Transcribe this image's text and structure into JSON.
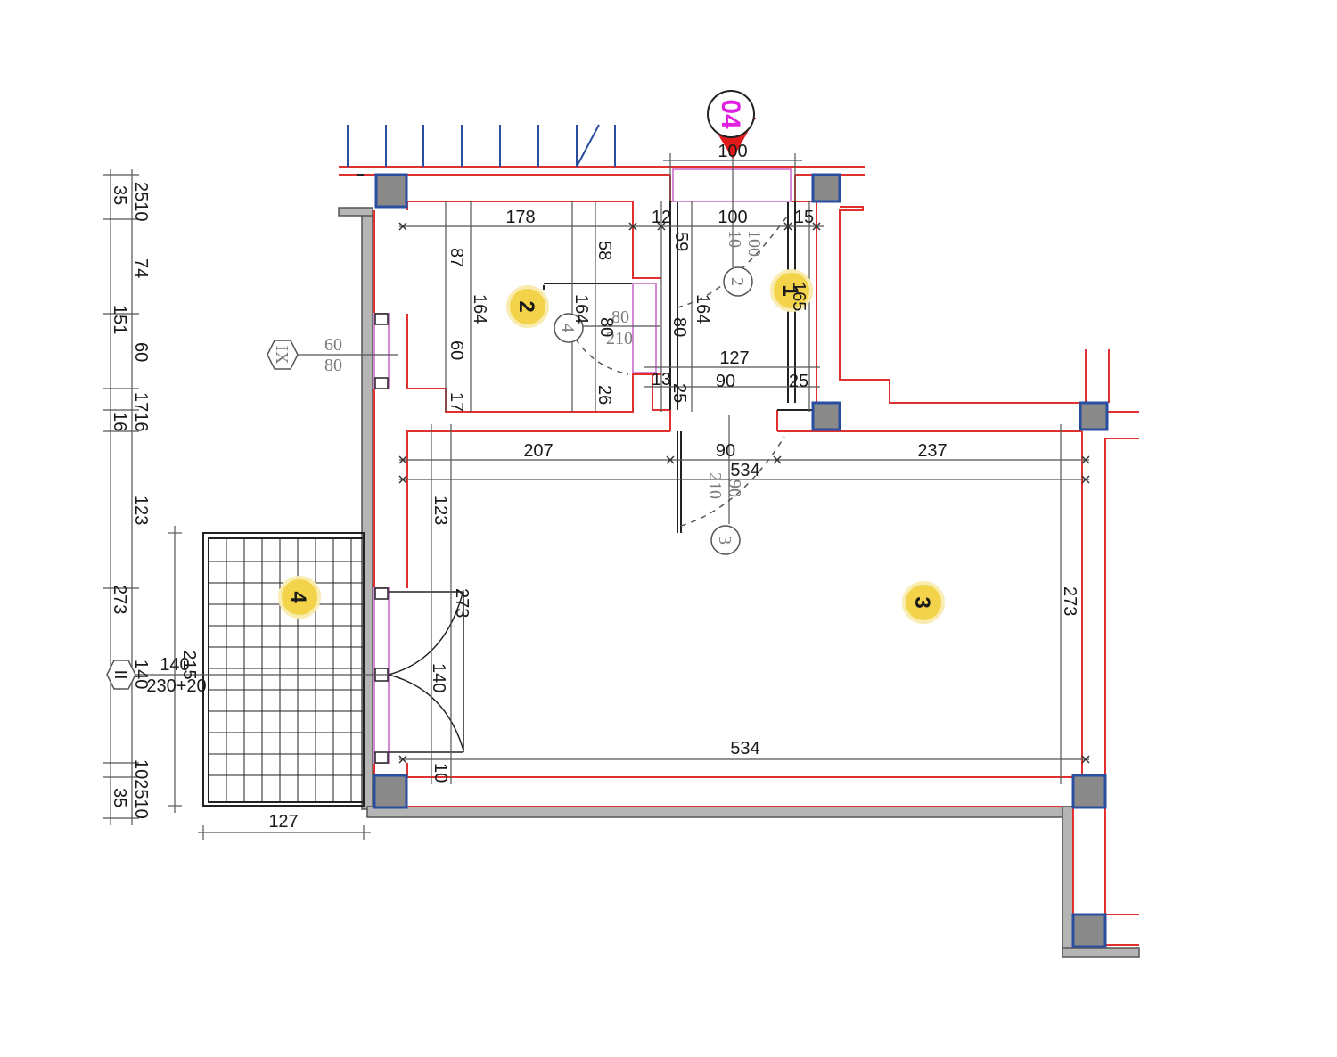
{
  "marker": {
    "label": "04",
    "color": "#e01a1a",
    "label_color": "#e020e0"
  },
  "colors": {
    "wall_red": "#e03030",
    "column_blue": "#2a4fa0",
    "column_fill": "#8a8a8a",
    "dim_line": "#555555",
    "room_badge": "#f3d34a"
  },
  "rooms": [
    {
      "id": "1",
      "label": "1"
    },
    {
      "id": "2",
      "label": "2"
    },
    {
      "id": "3",
      "label": "3"
    },
    {
      "id": "4",
      "label": "4"
    }
  ],
  "door_tags": [
    {
      "id": "d2",
      "label": "2"
    },
    {
      "id": "d3",
      "label": "3"
    },
    {
      "id": "d4",
      "label": "4"
    }
  ],
  "window_tags": [
    {
      "id": "IX",
      "label": "IX",
      "width": "60",
      "height": "80"
    },
    {
      "id": "II",
      "label": "II",
      "width": "140",
      "height": "230+20",
      "extra": "215"
    }
  ],
  "door_specs": {
    "top_door": {
      "w": "100",
      "w2": "10"
    },
    "door_room2": {
      "w": "80",
      "h": "210"
    },
    "door_room3": {
      "w": "90",
      "h": "210"
    }
  },
  "dimensions": {
    "top_opening": "100",
    "d178": "178",
    "d12": "12",
    "d100": "100",
    "d15": "15",
    "d58": "58",
    "d87": "87",
    "d164a": "164",
    "d164b": "164",
    "d164c": "164",
    "d59": "59",
    "d165": "165",
    "d80a": "80",
    "d80b": "80",
    "d60": "60",
    "d17": "17",
    "d26": "26",
    "d13": "13",
    "d25a": "25",
    "d127a": "127",
    "d90a": "90",
    "d25b": "25",
    "d207": "207",
    "d90b": "90",
    "d237": "237",
    "d534a": "534",
    "d123a": "123",
    "d273a": "273",
    "d140a": "140",
    "d10a": "10",
    "d273b": "273",
    "d534b": "534",
    "d127b": "127"
  },
  "left_chain": {
    "v2510a": "2510",
    "v35a": "35",
    "v74": "74",
    "v151": "151",
    "v60": "60",
    "v1716": "1716",
    "v16": "16",
    "v123": "123",
    "v273": "273",
    "v140": "140",
    "v102510": "102510",
    "v35b": "35"
  }
}
